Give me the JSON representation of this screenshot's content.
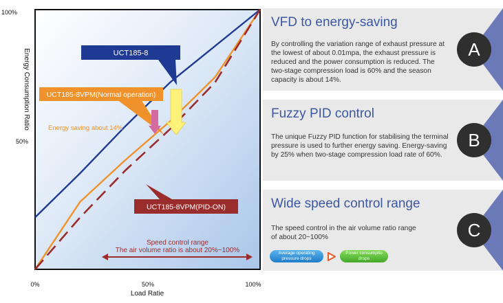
{
  "chart_data": {
    "type": "line",
    "xlabel": "Load Ratie",
    "ylabel": "Energy Consumption Ratio",
    "x_ticks": [
      "0%",
      "50%",
      "100%"
    ],
    "y_ticks": [
      "100%",
      "50%"
    ],
    "xlim": [
      0,
      100
    ],
    "ylim": [
      0,
      100
    ],
    "series": [
      {
        "name": "UCT185-8",
        "color": "#1f3a93",
        "dash": "solid",
        "x": [
          0,
          20,
          40,
          60,
          80,
          100
        ],
        "y": [
          20,
          37,
          55,
          72,
          86,
          100
        ]
      },
      {
        "name": "UCT185-8VPM(Normal operation)",
        "color": "#f0922b",
        "dash": "solid",
        "x": [
          0,
          20,
          40,
          60,
          80,
          100
        ],
        "y": [
          0,
          26,
          42,
          57,
          74,
          100
        ]
      },
      {
        "name": "UCT185-8VPM(PID-ON)",
        "color": "#9b2c2c",
        "dash": "dashed",
        "x": [
          0,
          20,
          40,
          60,
          80,
          100
        ],
        "y": [
          0,
          20,
          38,
          54,
          72,
          100
        ]
      }
    ],
    "callouts": {
      "uct": "UCT185-8",
      "normal": "UCT185-8VPM(Normal operation)",
      "pid": "UCT185-8VPM(PID-ON)",
      "saving": "Energy saving about 14%",
      "range_line1": "Speed control range",
      "range_line2": "The air volume ratio is about 20%~100%"
    },
    "annotation_colors": {
      "uct_box": "#1f3a93",
      "normal_box": "#f0922b",
      "pid_box": "#9b2c2c",
      "pink_arrow": "#d46aa0",
      "yellow_arrow": "#fff27a"
    }
  },
  "panels": [
    {
      "id": "A",
      "title": "VFD to energy-saving",
      "text": "By controlling the variation range of exhaust pressure at the lowest of about 0.01mpa, the exhaust pressure is reduced and the power consumption is reduced. The two-stage compression load is 60% and the season capacity is about 14%."
    },
    {
      "id": "B",
      "title": "Fuzzy PID control",
      "text": "The unique Fuzzy PID function for stabilising the terminal pressure is used to further energy saving. Energy-saving by 25% when two-stage compression load rate of 60%."
    },
    {
      "id": "C",
      "title": "Wide speed control range",
      "text": "The speed control in the air volume ratio range of about 20~100%",
      "pill1": "Average operating pressure drops",
      "pill2": "Power consumptio drops"
    }
  ],
  "colors": {
    "panel_bg": "#e9e9e9",
    "chevron": "#6b79b8",
    "title": "#3d57a0",
    "badge": "#2f2f2f",
    "pill_blue": "#2a8fd6",
    "pill_green": "#5fbf3a",
    "play_arrow": "#e85a2a"
  }
}
